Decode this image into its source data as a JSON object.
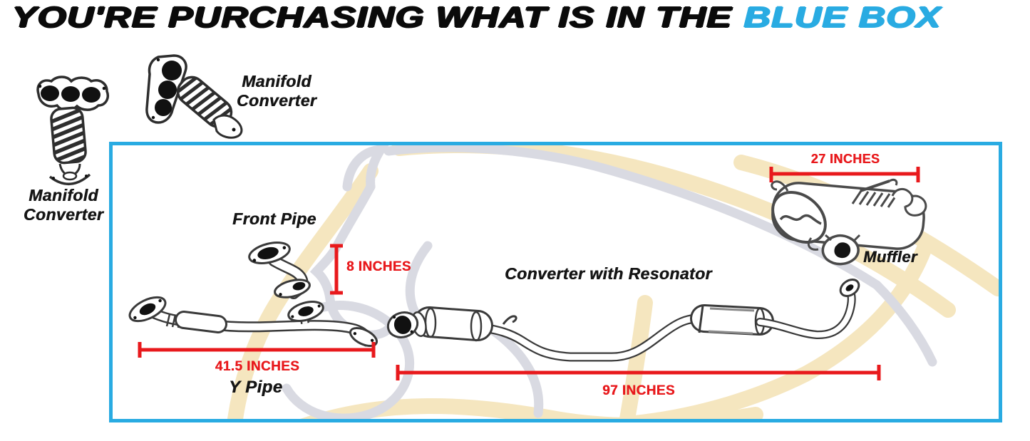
{
  "title": {
    "prefix": "YOU'RE PURCHASING WHAT IS IN THE",
    "highlight": "BLUE BOX"
  },
  "colors": {
    "highlight_blue": "#29ABE2",
    "box_border_blue": "#29ABE2",
    "measurement_red": "#E8191C"
  },
  "loose_parts": {
    "manifold_converter_left": {
      "line1": "Manifold",
      "line2": "Converter"
    },
    "manifold_converter_right": {
      "line1": "Manifold",
      "line2": "Converter"
    }
  },
  "box": {
    "front_pipe": {
      "label": "Front Pipe",
      "measurement": "8 INCHES"
    },
    "y_pipe": {
      "label": "Y Pipe",
      "measurement": "41.5 INCHES"
    },
    "converter_with_resonator": {
      "label": "Converter with Resonator",
      "measurement": "97 INCHES"
    },
    "muffler": {
      "label": "Muffler",
      "measurement": "27 INCHES"
    }
  }
}
